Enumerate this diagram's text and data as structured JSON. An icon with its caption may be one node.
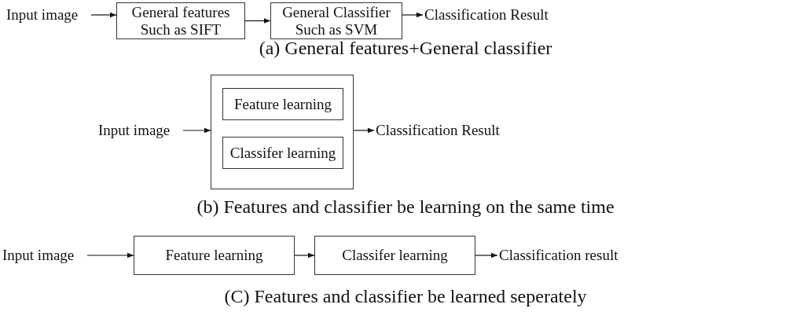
{
  "diagram": {
    "nodes": [
      {
        "text": [
          "Input image"
        ]
      },
      {
        "text": [
          "General features",
          "Such as SIFT"
        ]
      },
      {
        "text": [
          "General Classifier",
          "Such as SVM"
        ]
      },
      {
        "text": [
          "Classification Result"
        ]
      },
      {
        "text": [
          "Input image"
        ]
      },
      {
        "text": [],
        "shape": "box"
      },
      {
        "text": [
          "Feature learning"
        ],
        "in": 5
      },
      {
        "text": [
          "Classifer learning"
        ],
        "in": 5
      },
      {
        "text": [
          "Classification Result"
        ]
      },
      {
        "text": [
          "Input image"
        ]
      },
      {
        "text": [
          "Feature learning"
        ]
      },
      {
        "text": [
          "Classifer learning"
        ]
      },
      {
        "text": [
          "Classification result"
        ]
      }
    ],
    "edges": [
      {
        "from": 0,
        "to": 1,
        "arrow": "to"
      },
      {
        "from": 1,
        "to": 2,
        "arrow": "to"
      },
      {
        "from": 2,
        "to": 3,
        "arrow": "to"
      },
      {
        "from": 4,
        "to": 5,
        "arrow": "to"
      },
      {
        "from": 5,
        "to": 8,
        "arrow": "to"
      },
      {
        "from": 9,
        "to": 10,
        "arrow": "to"
      },
      {
        "from": 10,
        "to": 11,
        "arrow": "to"
      },
      {
        "from": 11,
        "to": 12,
        "arrow": "to"
      }
    ],
    "labels": [
      "(a) General features+General classifier",
      "(b) Features and classifier be learning on the same time",
      "(C) Features and classifier be learned seperately"
    ]
  }
}
